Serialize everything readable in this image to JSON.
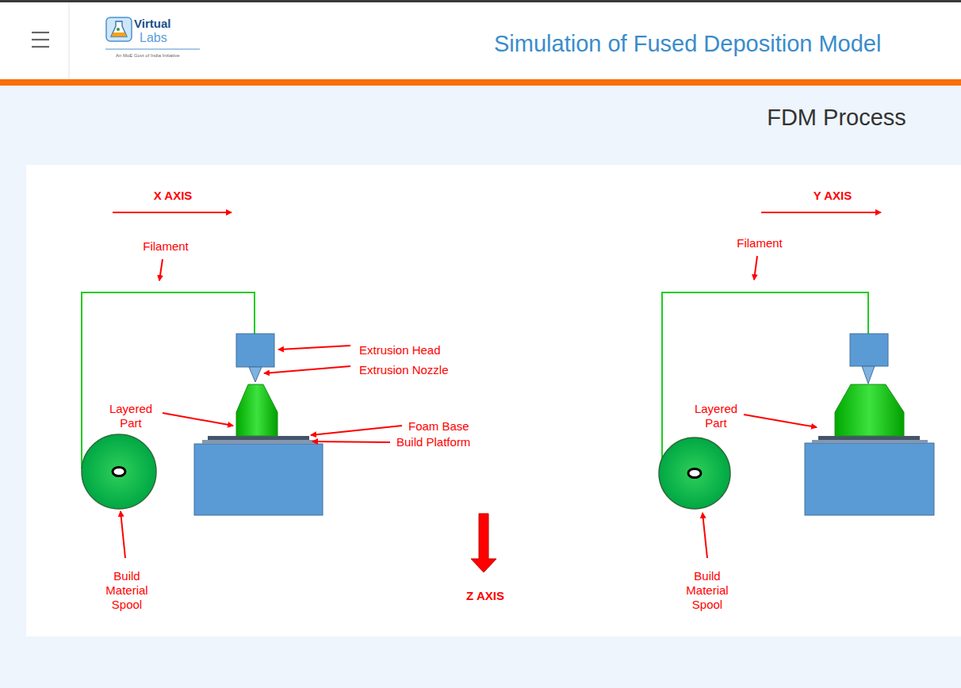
{
  "diagram": {
    "title": "Simulation of Fused Deposition Model",
    "labels": [
      "Virtual",
      "Labs",
      "An MoE Govt of India Initiative",
      "FDM Process",
      "X AXIS",
      "Filament",
      "Extrusion Head",
      "Extrusion Nozzle",
      "Layered Part",
      "Foam Base",
      "Build Platform",
      "Build Material Spool",
      "Z AXIS",
      "Y AXIS",
      "Filament",
      "Layered Part",
      "Build Material Spool"
    ]
  }
}
